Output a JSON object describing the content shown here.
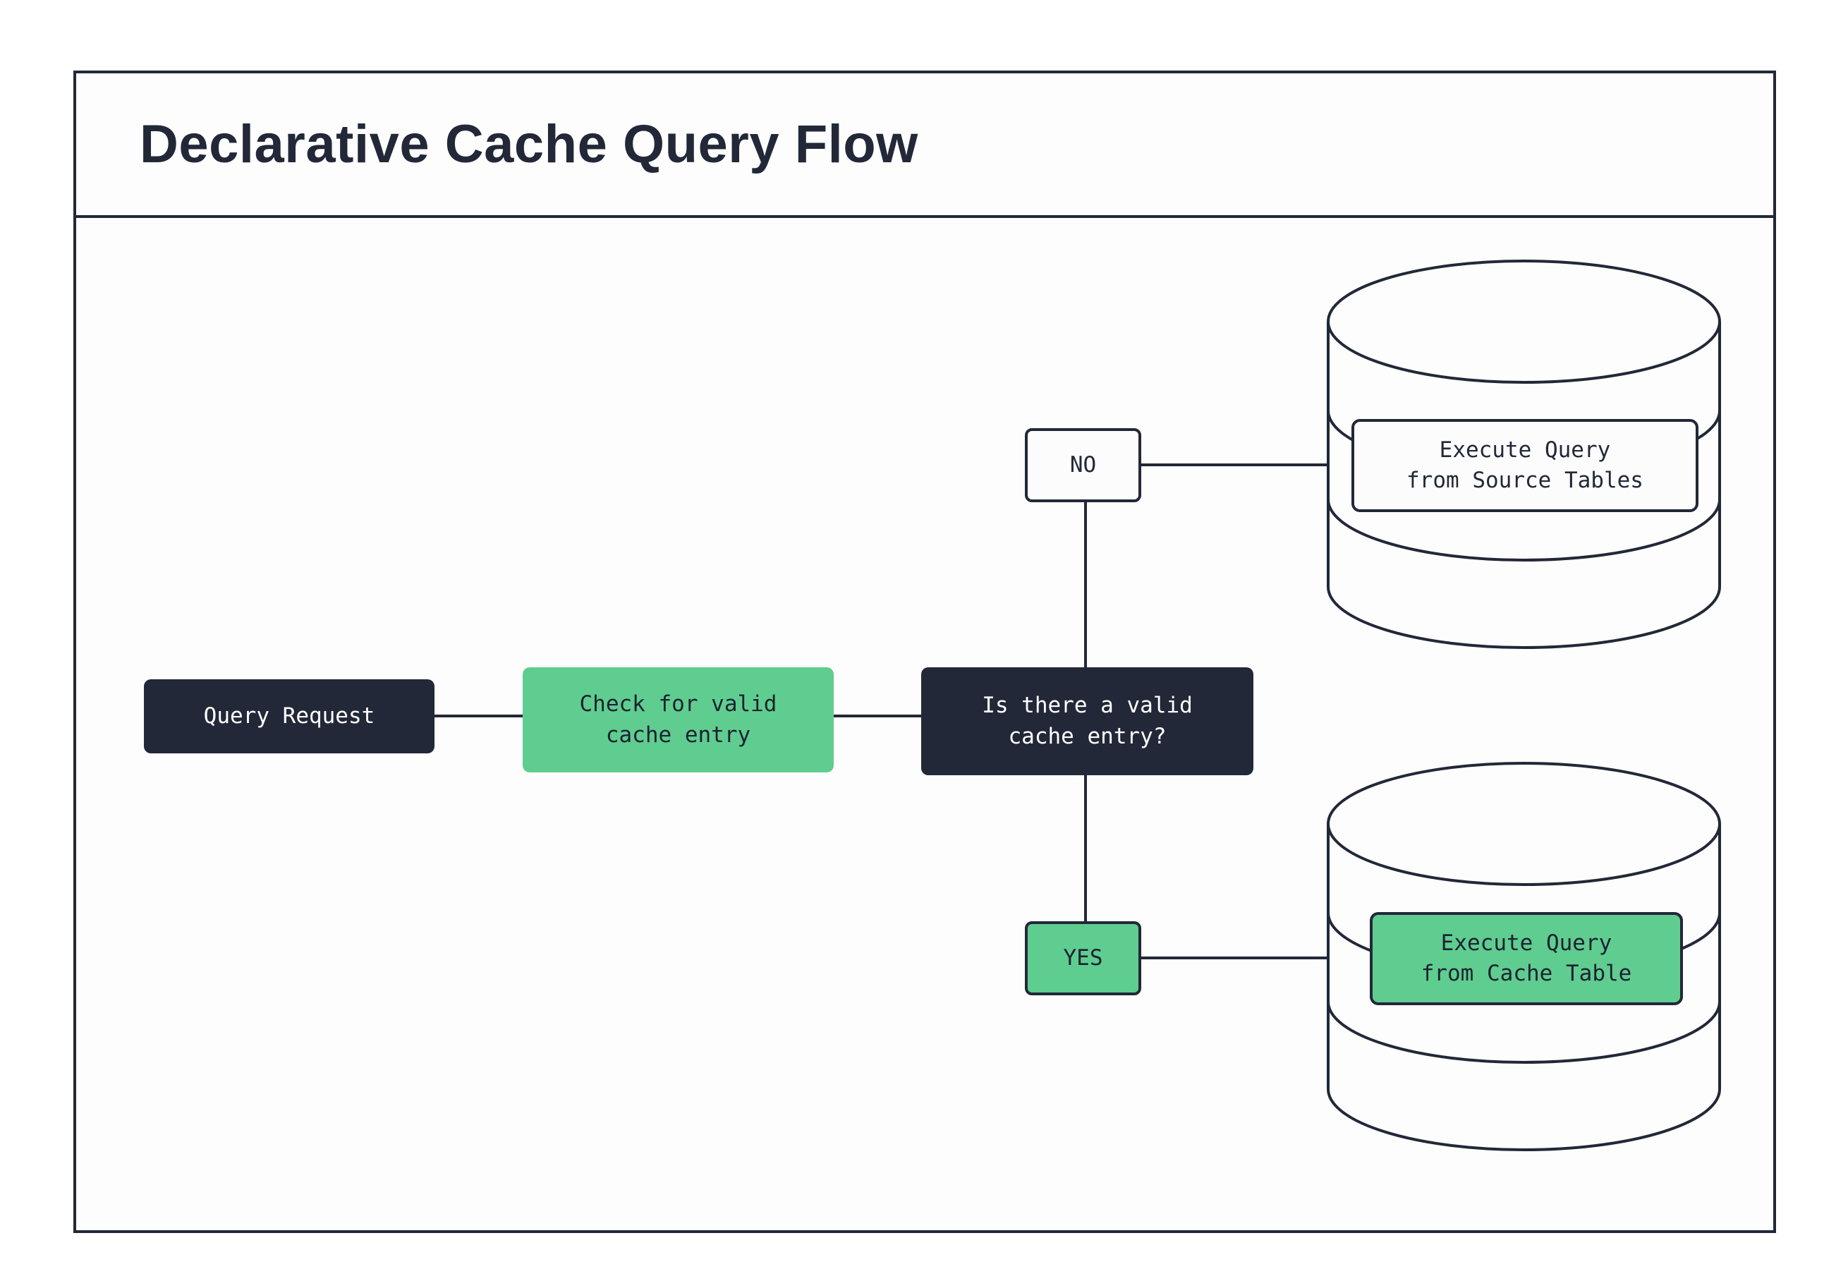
{
  "title": "Declarative Cache Query Flow",
  "colors": {
    "dark_navy": "#222838",
    "green": "#5FCD90",
    "paper": "#FDFDFD",
    "white_node": "#FCFCFC",
    "text_on_dark": "#FFFFFF",
    "text_on_light": "#222838"
  },
  "nodes": {
    "query_request": {
      "label": "Query Request"
    },
    "check_cache": {
      "label": "Check for valid\ncache entry"
    },
    "decision": {
      "label": "Is there a valid\ncache entry?"
    },
    "branch_no": {
      "label": "NO"
    },
    "branch_yes": {
      "label": "YES"
    },
    "execute_source": {
      "label": "Execute Query\nfrom Source Tables"
    },
    "execute_cache": {
      "label": "Execute Query\nfrom Cache Table"
    }
  }
}
